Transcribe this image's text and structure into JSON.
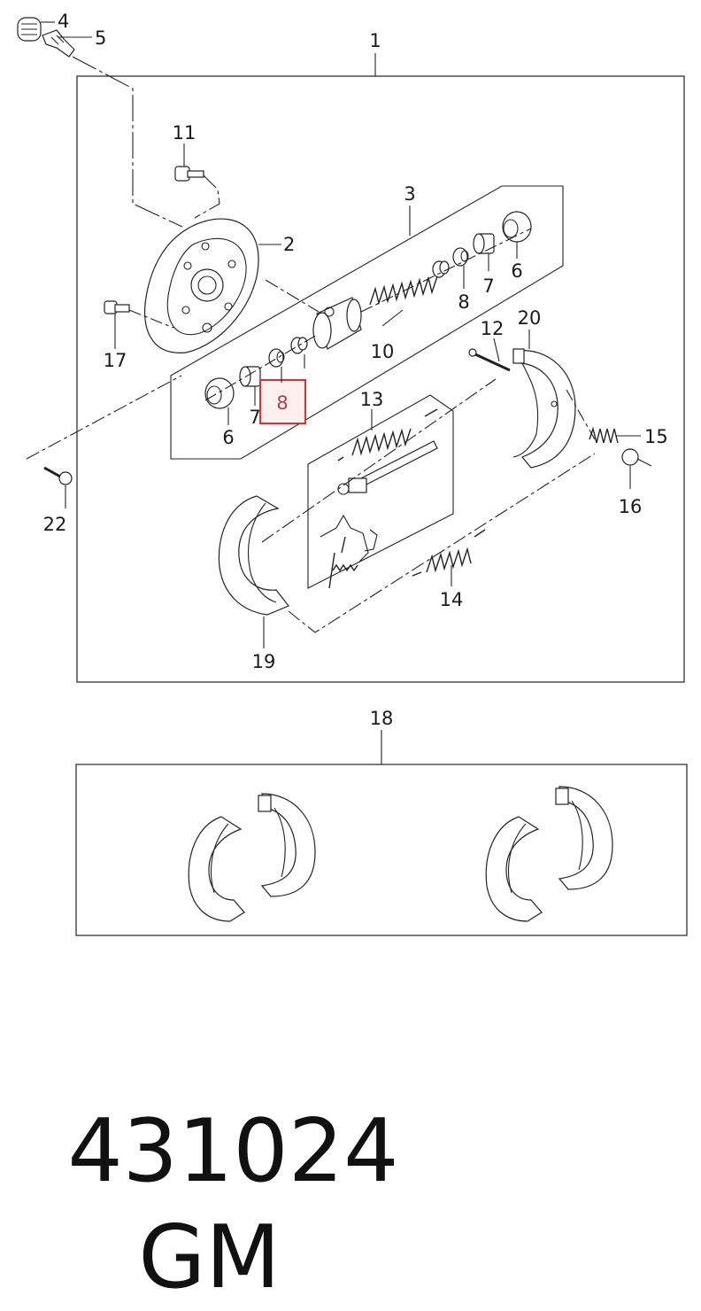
{
  "callouts": {
    "c1": "1",
    "c2": "2",
    "c3": "3",
    "c4": "4",
    "c5": "5",
    "c6a": "6",
    "c6b": "6",
    "c7a": "7",
    "c7b": "7",
    "c8a": "8",
    "c8b": "8",
    "c10": "10",
    "c11": "11",
    "c12": "12",
    "c13": "13",
    "c14": "14",
    "c15": "15",
    "c16": "16",
    "c17": "17",
    "c18": "18",
    "c19": "19",
    "c20": "20",
    "c22": "22"
  },
  "highlight_color": "#e03030",
  "footer": {
    "part_number": "431024",
    "brand": "GM"
  }
}
